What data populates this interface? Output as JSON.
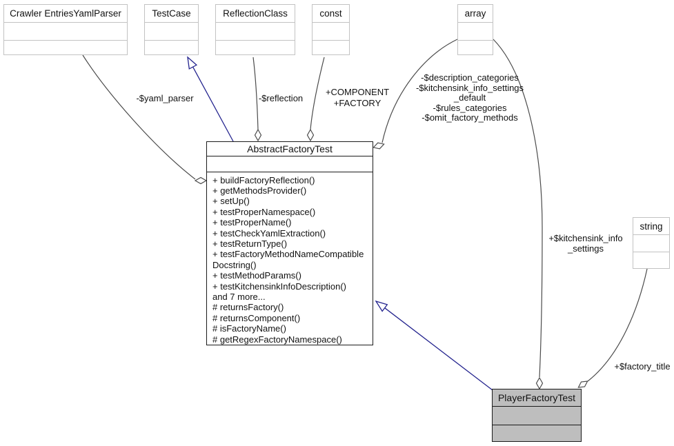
{
  "classes": {
    "crawler": {
      "title": "Crawler EntriesYamlParser"
    },
    "testcase": {
      "title": "TestCase"
    },
    "reflection": {
      "title": "ReflectionClass"
    },
    "const": {
      "title": "const"
    },
    "array": {
      "title": "array"
    },
    "string": {
      "title": "string"
    },
    "abstract": {
      "title": "AbstractFactoryTest",
      "methods": [
        "+ buildFactoryReflection()",
        "+ getMethodsProvider()",
        "+ setUp()",
        "+ testProperNamespace()",
        "+ testProperName()",
        "+ testCheckYamlExtraction()",
        "+ testReturnType()",
        "+ testFactoryMethodNameCompatible",
        "Docstring()",
        "+ testMethodParams()",
        "+ testKitchensinkInfoDescription()",
        "and 7 more...",
        "# returnsFactory()",
        "# returnsComponent()",
        "# isFactoryName()",
        "# getRegexFactoryNamespace()"
      ]
    },
    "player": {
      "title": "PlayerFactoryTest"
    }
  },
  "edge_labels": {
    "yaml_parser": "-$yaml_parser",
    "reflection": "-$reflection",
    "component": "+COMPONENT",
    "factory": "+FACTORY",
    "desc_1": "-$description_categories",
    "desc_2": "-$kitchensink_info_settings",
    "desc_3": "_default",
    "desc_4": "-$rules_categories",
    "desc_5": "-$omit_factory_methods",
    "kitchensink_1": "+$kitchensink_info",
    "kitchensink_2": "_settings",
    "factory_title": "+$factory_title"
  },
  "colors": {
    "aggregation": "#4a4a4a",
    "inheritance": "#23238e",
    "highlight_fill": "#bebebe",
    "plain_border": "#c2c2c2"
  }
}
